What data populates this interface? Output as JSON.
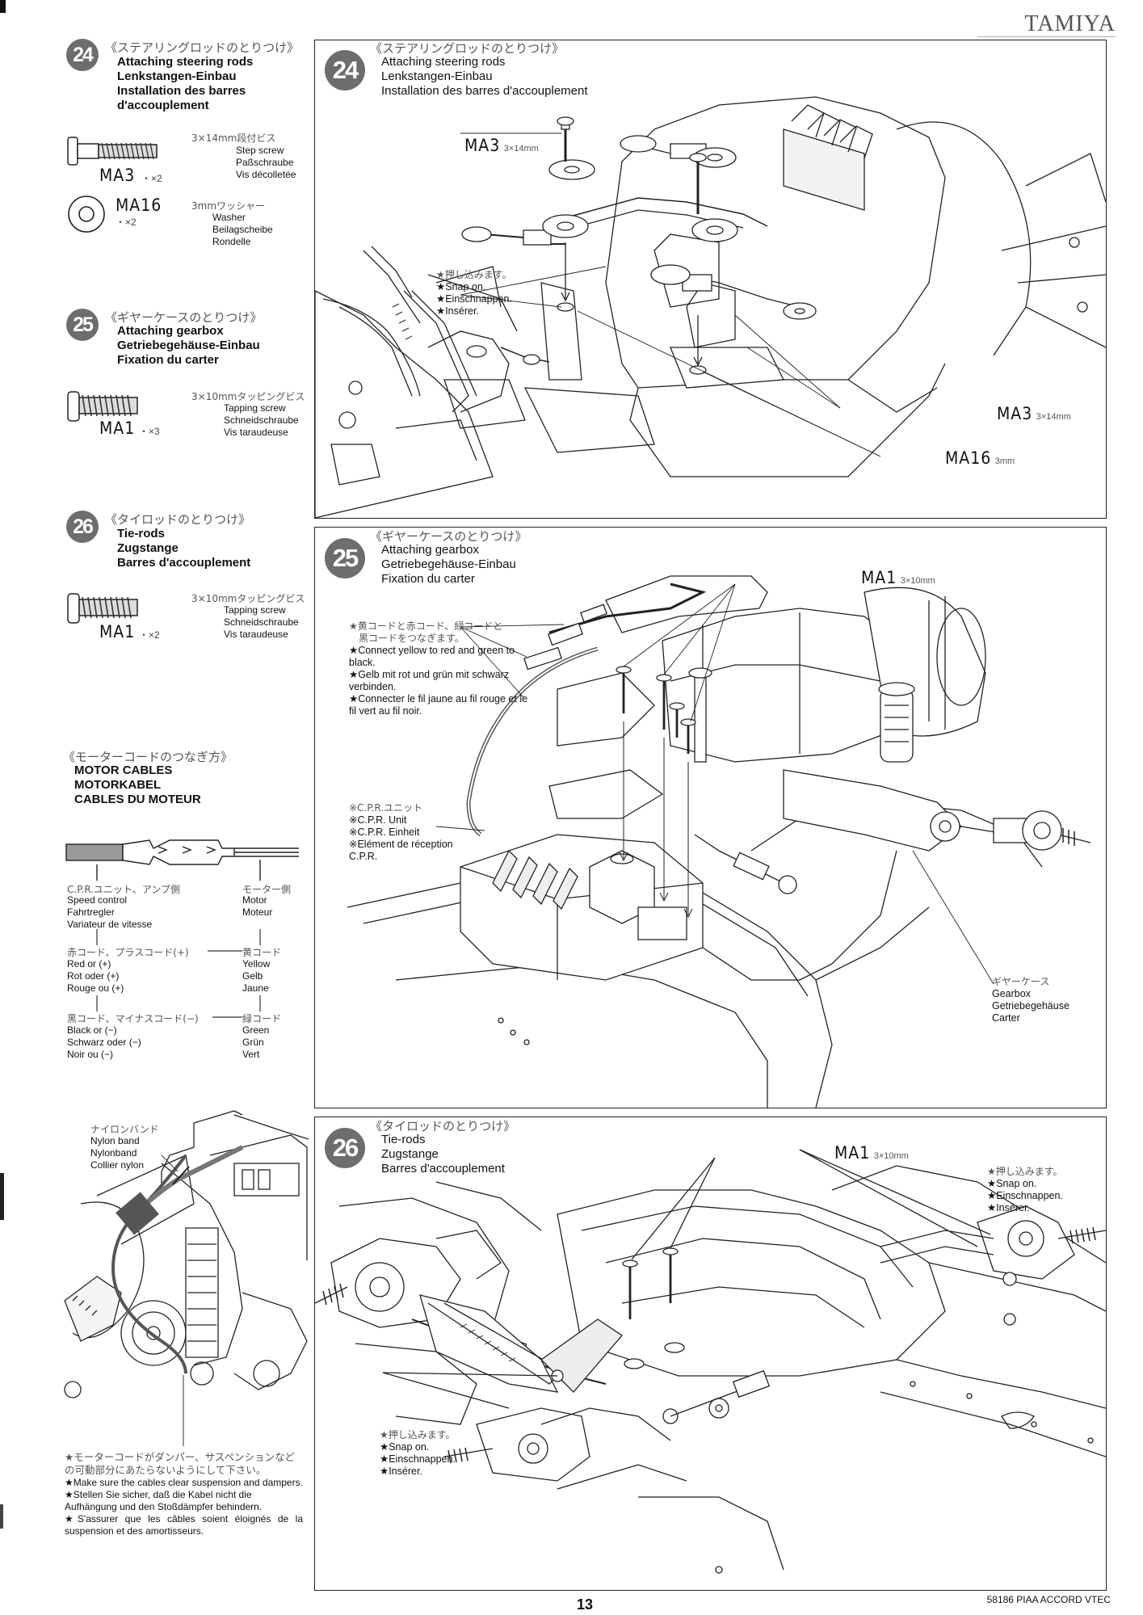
{
  "header": {
    "brand": "TAMIYA"
  },
  "sidebar": {
    "step24": {
      "num": "24",
      "jp": "《ステアリングロッドのとりつけ》",
      "titles": [
        "Attaching steering rods",
        "Lenkstangen-Einbau",
        "Installation des barres",
        "d'accouplement"
      ],
      "parts": [
        {
          "code": "MA3",
          "qty": "・×2",
          "spec_jp": "3×14mm段付ビス",
          "names": [
            "Step screw",
            "Paßschraube",
            "Vis décolletée"
          ]
        },
        {
          "code": "MA16",
          "qty": "・×2",
          "spec_jp": "3mmワッシャー",
          "names": [
            "Washer",
            "Beilagscheibe",
            "Rondelle"
          ]
        }
      ]
    },
    "step25": {
      "num": "25",
      "jp": "《ギヤーケースのとりつけ》",
      "titles": [
        "Attaching gearbox",
        "Getriebegehäuse-Einbau",
        "Fixation du carter"
      ],
      "parts": [
        {
          "code": "MA1",
          "qty": "・×3",
          "spec_jp": "3×10mmタッピングビス",
          "names": [
            "Tapping screw",
            "Schneidschraube",
            "Vis taraudeuse"
          ]
        }
      ]
    },
    "step26": {
      "num": "26",
      "jp": "《タイロッドのとりつけ》",
      "titles": [
        "Tie-rods",
        "Zugstange",
        "Barres d'accouplement"
      ],
      "parts": [
        {
          "code": "MA1",
          "qty": "・×2",
          "spec_jp": "3×10mmタッピングビス",
          "names": [
            "Tapping screw",
            "Schneidschraube",
            "Vis taraudeuse"
          ]
        }
      ]
    },
    "motor": {
      "jp": "《モーターコードのつなぎ方》",
      "titles": [
        "MOTOR CABLES",
        "MOTORKABEL",
        "CABLES DU MOTEUR"
      ],
      "left_jp": "C.P.R.ユニット、アンプ側",
      "left": [
        "Speed control",
        "Fahrtregler",
        "Variateur de vitesse"
      ],
      "right_jp": "モーター側",
      "right": [
        "Motor",
        "Moteur"
      ],
      "red_jp": "赤コード、プラスコード(+)",
      "red": [
        "Red or (+)",
        "Rot oder (+)",
        "Rouge ou (+)"
      ],
      "yellow_jp": "黄コード",
      "yellow": [
        "Yellow",
        "Gelb",
        "Jaune"
      ],
      "black_jp": "黒コード、マイナスコード(−)",
      "black": [
        "Black or (−)",
        "Schwarz oder (−)",
        "Noir ou (−)"
      ],
      "green_jp": "緑コード",
      "green": [
        "Green",
        "Grün",
        "Vert"
      ]
    },
    "nylon": {
      "jp": "ナイロンバンド",
      "lines": [
        "Nylon band",
        "Nylonband",
        "Collier nylon"
      ]
    },
    "caution": {
      "jp": "★モーターコードがダンパー、サスペンションなどの可動部分にあたらないようにして下さい。",
      "en": "★Make sure the cables clear suspension and dampers.",
      "de": "★Stellen Sie sicher, daß die Kabel nicht die Aufhängung und den Stoßdämpfer behindern.",
      "fr": "★S'assurer que les câbles soient éloignés de la suspension et des amortisseurs."
    }
  },
  "panel24": {
    "num": "24",
    "jp": "《ステアリングロッドのとりつけ》",
    "titles": [
      "Attaching steering rods",
      "Lenkstangen-Einbau",
      "Installation des barres d'accouplement"
    ],
    "labels": {
      "ma3_top": "MA3",
      "ma3_top_spec": "3×14mm",
      "ma3_right": "MA3",
      "ma3_right_spec": "3×14mm",
      "ma16": "MA16",
      "ma16_spec": "3mm"
    },
    "snap": {
      "jp": "★押し込みます。",
      "lines": [
        "★Snap on.",
        "★Einschnappen.",
        "★Insérer."
      ]
    }
  },
  "panel25": {
    "num": "25",
    "jp": "《ギヤーケースのとりつけ》",
    "titles": [
      "Attaching gearbox",
      "Getriebegehäuse-Einbau",
      "Fixation du carter"
    ],
    "ma1": "MA1",
    "ma1_spec": "3×10mm",
    "connect": {
      "jp1": "★黄コードと赤コード、緑コードと",
      "jp2": "黒コードをつなぎます。",
      "en": "★Connect yellow to red and green to black.",
      "de": "★Gelb mit rot und grün mit schwarz verbinden.",
      "fr": "★Connecter le fil jaune au fil rouge et le fil vert au fil noir."
    },
    "cpr": {
      "jp": "※C.P.R.ユニット",
      "lines": [
        "※C.P.R. Unit",
        "※C.P.R. Einheit",
        "※Elément de réception",
        "C.P.R."
      ]
    },
    "gearbox": {
      "jp": "ギヤーケース",
      "lines": [
        "Gearbox",
        "Getriebegehäuse",
        "Carter"
      ]
    }
  },
  "panel26": {
    "num": "26",
    "jp": "《タイロッドのとりつけ》",
    "titles": [
      "Tie-rods",
      "Zugstange",
      "Barres d'accouplement"
    ],
    "ma1": "MA1",
    "ma1_spec": "3×10mm",
    "snap_right": {
      "jp": "★押し込みます。",
      "lines": [
        "★Snap on.",
        "★Einschnappen.",
        "★Insérer."
      ]
    },
    "snap_left": {
      "jp": "★押し込みます。",
      "lines": [
        "★Snap on.",
        "★Einschnappen.",
        "★Insérer."
      ]
    }
  },
  "footer": {
    "page": "13",
    "code": "58186 PIAA ACCORD VTEC"
  }
}
